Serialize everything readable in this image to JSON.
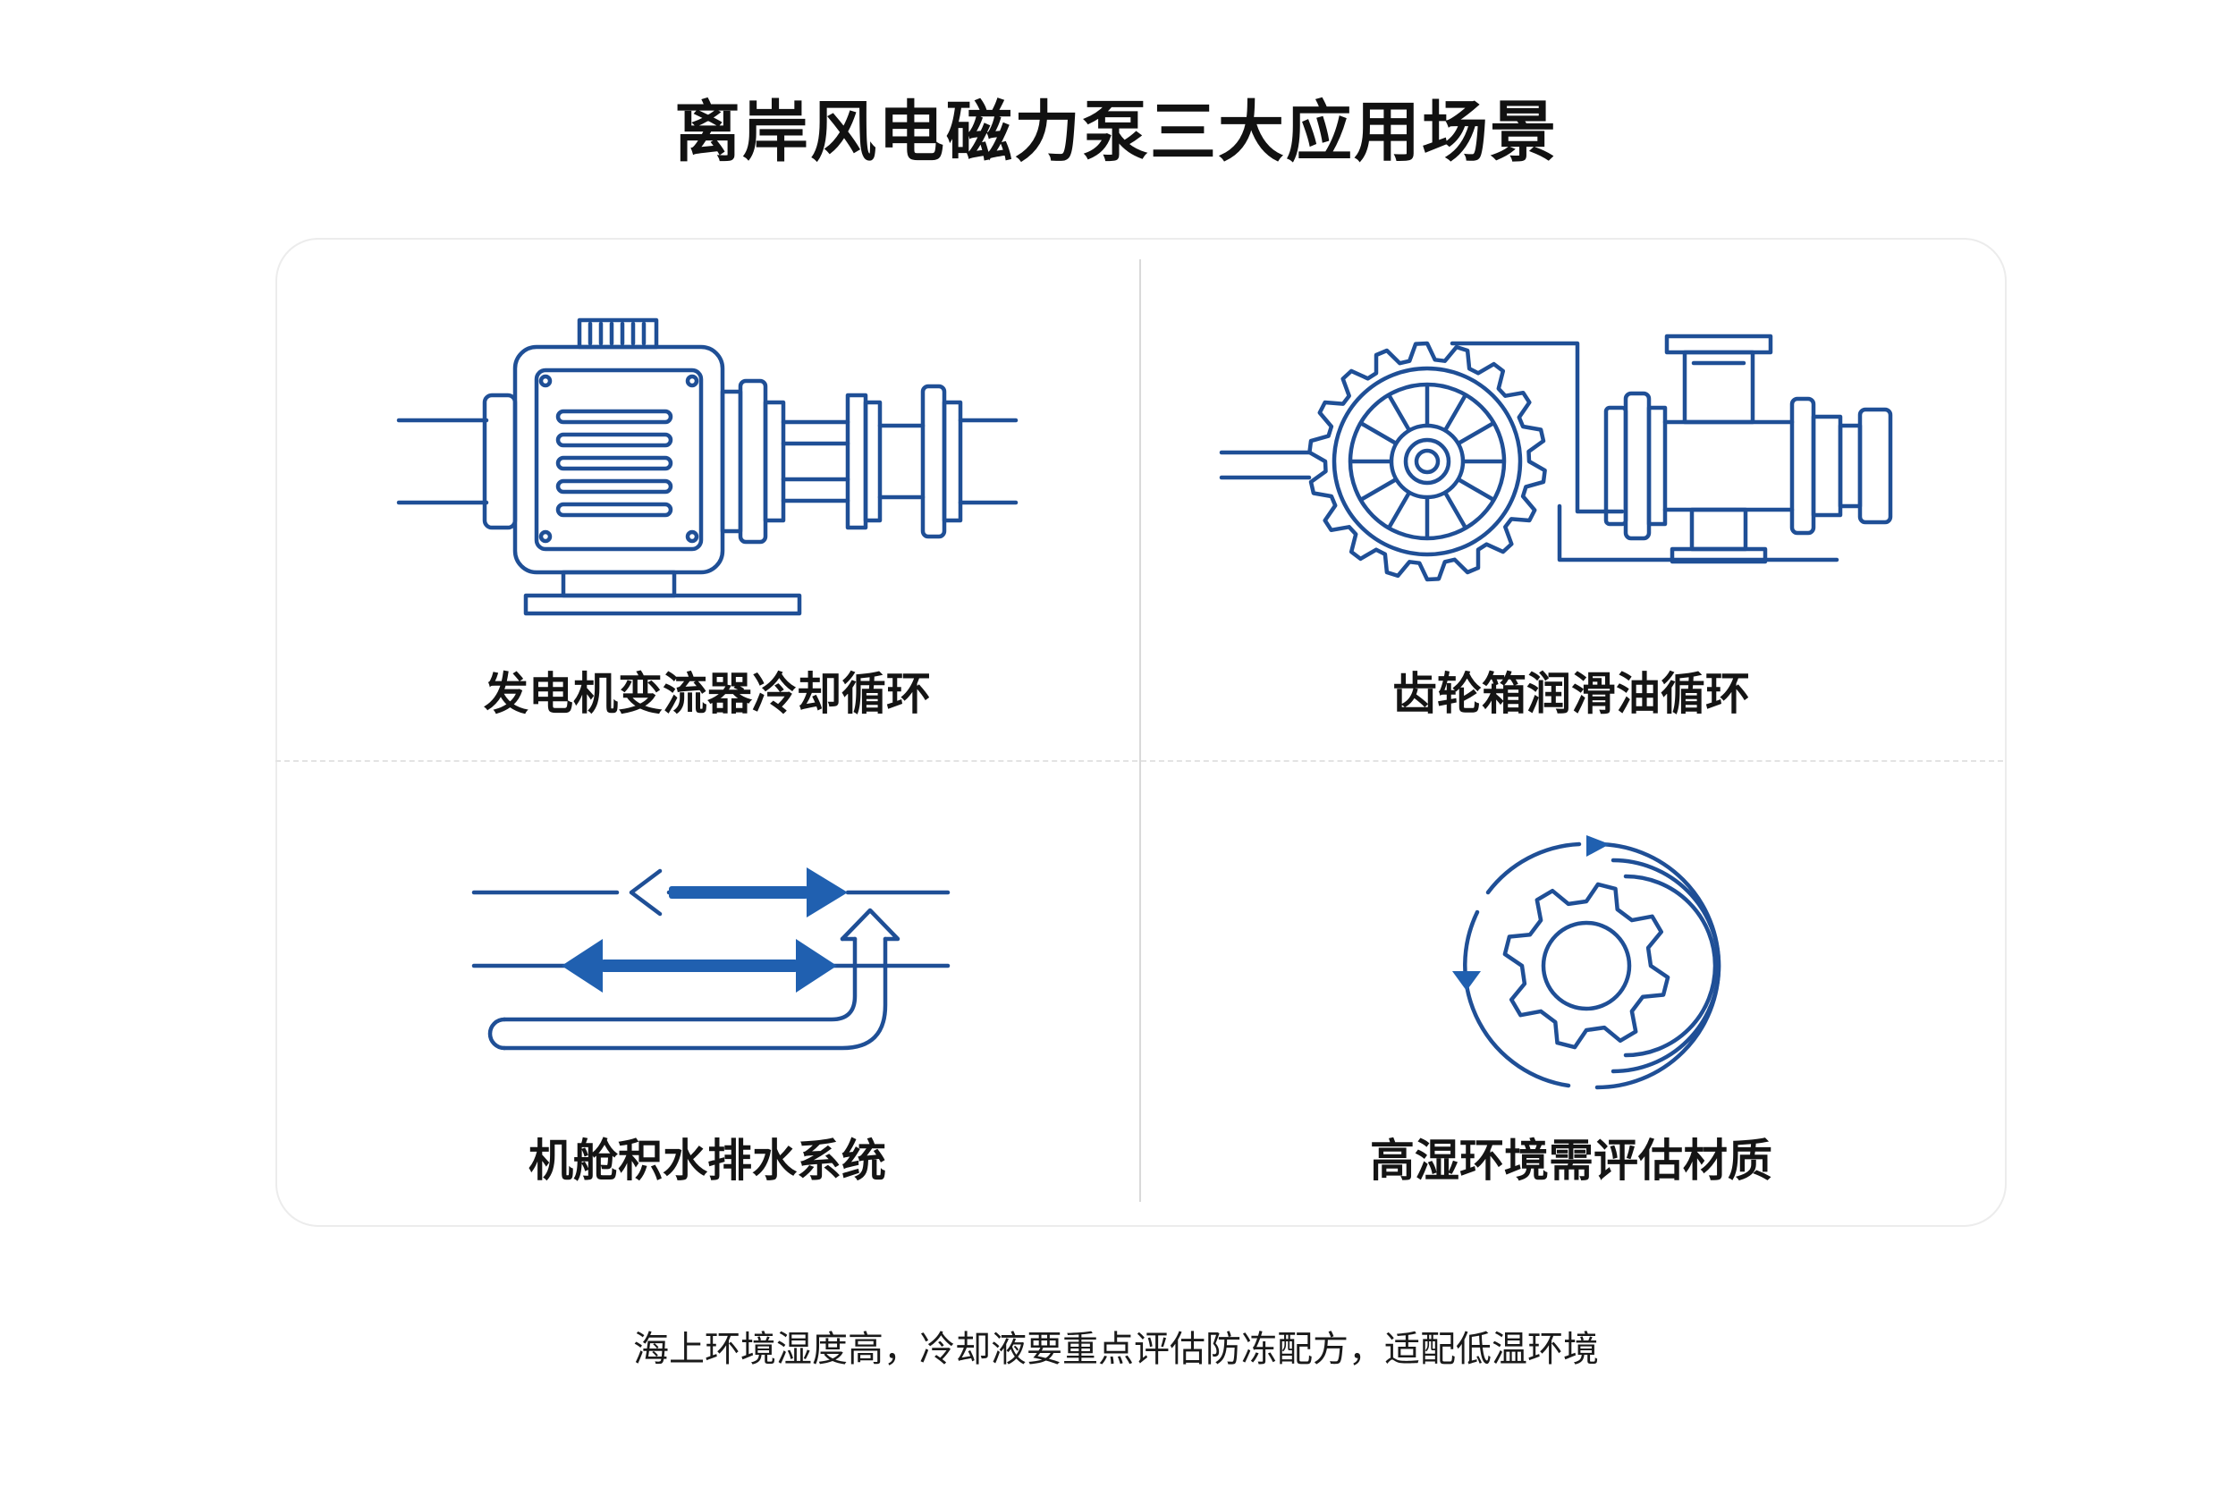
{
  "title": "离岸风电磁力泵三大应用场景",
  "colors": {
    "line": "#1f4f96",
    "accent": "#2060b0"
  },
  "scenarios": [
    {
      "label": "发电机变流器冷却循环",
      "icon": "magnetic-pump-icon"
    },
    {
      "label": "齿轮箱润滑油循环",
      "icon": "gear-pump-icon"
    },
    {
      "label": "机舱积水排水系统",
      "icon": "drainage-flow-icon"
    },
    {
      "label": "高湿环境需评估材质",
      "icon": "gear-cycle-icon"
    }
  ],
  "footer": "海上环境湿度高，冷却液要重点评估防冻配方，适配低温环境"
}
